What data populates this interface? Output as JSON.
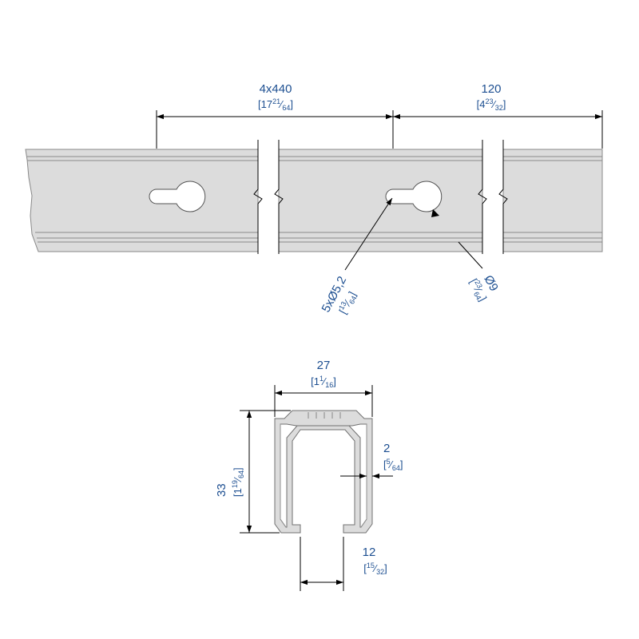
{
  "colors": {
    "rail_fill": "#dcdcdc",
    "rail_edge": "#888888",
    "dimension_text": "#1d4f91",
    "line": "#000000",
    "background": "#ffffff"
  },
  "rail_view": {
    "spacing": {
      "value": "4x440",
      "imperial_whole": "17",
      "imperial_num": "21",
      "imperial_den": "64"
    },
    "end_offset": {
      "value": "120",
      "imperial_whole": "4",
      "imperial_num": "23",
      "imperial_den": "32"
    },
    "hole": {
      "value": "5xØ5,2",
      "imperial_num": "13",
      "imperial_den": "64"
    },
    "head": {
      "value": "Ø9",
      "imperial_num": "23",
      "imperial_den": "64"
    }
  },
  "profile_view": {
    "width": {
      "value": "27",
      "imperial_whole": "1",
      "imperial_num": "1",
      "imperial_den": "16"
    },
    "height": {
      "value": "33",
      "imperial_whole": "1",
      "imperial_num": "19",
      "imperial_den": "64"
    },
    "wall": {
      "value": "2",
      "imperial_num": "5",
      "imperial_den": "64"
    },
    "opening": {
      "value": "12",
      "imperial_num": "15",
      "imperial_den": "32"
    }
  }
}
